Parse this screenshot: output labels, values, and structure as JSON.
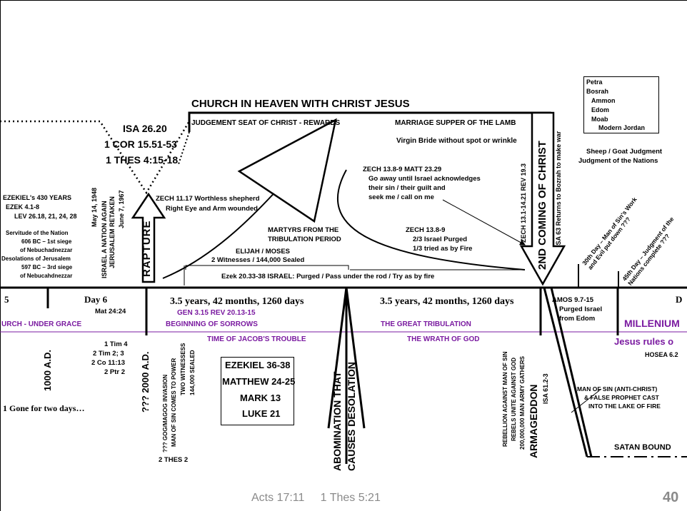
{
  "top": {
    "church_heaven": "CHURCH IN HEAVEN WITH CHRIST JESUS",
    "judgement_seat": "JUDGEMENT SEAT OF CHRIST - REWARDS",
    "marriage_supper": "MARRIAGE SUPPER OF THE LAMB",
    "virgin_bride": "Virgin Bride without spot or wrinkle",
    "isa": "ISA 26.20",
    "cor": "1 COR 15.51-53",
    "thes": "1 THES 4:15-18"
  },
  "places_box": [
    "Petra",
    "Bosrah",
    "Ammon",
    "Edom",
    "Moab",
    "Modern Jordan"
  ],
  "left_notes": {
    "ezekiel_430": "EZEKIEL's 430 YEARS",
    "ezek_41": "EZEK 4.1-8",
    "lev": "LEV 26.18, 21, 24, 28",
    "serv1": "Servitude of the Nation",
    "serv2": "606 BC – 1st siege",
    "serv3": "of Nebuchadnezzar",
    "deso1": "Desolations of Jerusalem",
    "deso2": "597 BC – 3rd siege",
    "deso3": "of Nebucahdnezzar",
    "israel_nation": "ISRAEL A NATION AGAIN",
    "may_1948": "May 14, 1948",
    "jerusalem_retaken": "JERUSALEM RETAKEN",
    "june_1967": "June 7, 1967"
  },
  "rapture": "RAPTURE",
  "zech1117a": "ZECH 11.17 Worthless shepherd",
  "zech1117b": "Right Eye and Arm wounded",
  "martyrs1": "MARTYRS FROM THE",
  "martyrs2": "TRIBULATION PERIOD",
  "elijah": "ELIJAH / MOSES",
  "witnesses": "2 Witnesses / 144,000 Sealed",
  "ezek2033": "Ezek 20.33-38  ISRAEL:  Purged / Pass under the rod / Try as by fire",
  "zech_matt": "ZECH 13.8-9     MATT 23.29",
  "go_away1": "Go away until Israel acknowledges",
  "go_away2": "their sin / their guilt and",
  "go_away3": "seek me / call on me",
  "zech138": "ZECH 13.8-9",
  "purged1": "2/3 Israel Purged",
  "purged2": "1/3 tried as by Fire",
  "zech_rev": "ZECH 13.1-14.21   REV 19.3",
  "isa63": "ISA 63   Returns to Bozrah to make war",
  "second_coming": "2ND COMING OF CHRIST",
  "sheep1": "Sheep / Goat Judgment",
  "sheep2": "Judgment of the Nations",
  "day30": "30th Day – Man of Sin's Work and Evil put down ???",
  "day45": "45th Day – Judgment of the Nations complete ???",
  "timeline": {
    "five": "5",
    "day6": "Day 6",
    "mat2424": "Mat 24:24",
    "church_grace": "URCH - UNDER GRACE",
    "years1": "3.5 years, 42 months, 1260 days",
    "years2": "3.5 years, 42 months, 1260 days",
    "gen315": "GEN 3.15    REV 20.13-15",
    "beginning": "BEGINNING OF SORROWS",
    "great_trib": "THE GREAT TRIBULATION",
    "jacob": "TIME OF JACOB'S TROUBLE",
    "wrath": "THE WRATH OF GOD",
    "amos": "AMOS 9.7-15",
    "purged_israel": "Purged Israel",
    "from_edom": "from Edom",
    "millenium": "MILLENIUM",
    "d_cut": "D",
    "jesus_rules": "Jesus rules o",
    "hosea": "HOSEA 6.2"
  },
  "bottom": {
    "ad1000": "1000 A.D.",
    "ad2000": "??? 2000 A.D.",
    "tim": [
      "1 Tim 4",
      "2 Tim 2; 3",
      "2 Co 11:13",
      "2 Ptr 2"
    ],
    "gone": "1  Gone for two days…",
    "gog": "??? GOG/MAGOG INVASION",
    "man_power": "MAN OF SIN COMES TO POWER",
    "two_wit": "TWO WITNESSESS",
    "sealed": "144,000 SEALED",
    "thes2": "2 THES 2",
    "refs": [
      "EZEKIEL 36-38",
      "MATTHEW 24-25",
      "MARK 13",
      "LUKE 21"
    ],
    "abom1": "ABOMINATION THAT",
    "abom2": "CAUSES DESOLATION",
    "rebel1": "REBELLION AGAINST MAN OF SIN",
    "rebel2": "REBELS UNITE AGAINST GOD",
    "rebel3": "200,000,000 MAN ARMY GATHERS",
    "armageddon": "ARMAGEDDON",
    "isa6123": "ISA 61.2-3",
    "man_sin1": "MAN OF SIN (ANTI-CHRIST)",
    "man_sin2": "& FALSE PROPHET CAST",
    "man_sin3": "INTO THE LAKE OF FIRE",
    "satan": "SATAN BOUND"
  },
  "footer": {
    "refs": "Acts 17:11     1 Thes 5:21",
    "page": "40"
  },
  "colors": {
    "accent": "#7a1aa0",
    "footer_text": "#8a8a8a"
  }
}
